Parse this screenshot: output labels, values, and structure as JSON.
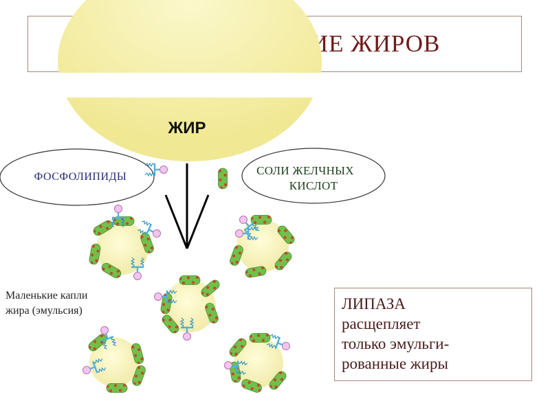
{
  "title": "ЭМУЛЬГИРОВАНИЕ ЖИРОВ",
  "fat": {
    "label": "ЖИР"
  },
  "phospholipids": {
    "label": "ФОСФОЛИПИДЫ"
  },
  "bile_salts": {
    "line1": "СОЛИ ЖЕЛЧНЫХ",
    "line2": "КИСЛОТ"
  },
  "emulsion": {
    "line1": "Маленькие капли",
    "line2": "жира (эмульсия)"
  },
  "lipase": {
    "line1": "ЛИПАЗА",
    "line2": "расщепляет",
    "line3": "только эмульги-",
    "line4": "рованные жиры"
  },
  "colors": {
    "fat": "#f6f1a8",
    "bile_salt": "#72c04a",
    "bile_salt_dots": "#c2492a",
    "phospholipid_head": "#f1c6ee",
    "phospholipid_tail": "#4fb3e0",
    "title_text": "#6e1a1a",
    "frame_border": "#a88478"
  },
  "icons": {
    "fat_globule": "large-fat-globule",
    "droplet": "emulsion-droplet-icon",
    "phospholipid": "phospholipid-molecule-icon",
    "bile_salt": "bile-salt-molecule-icon",
    "arrow": "converging-arrow-icon"
  }
}
